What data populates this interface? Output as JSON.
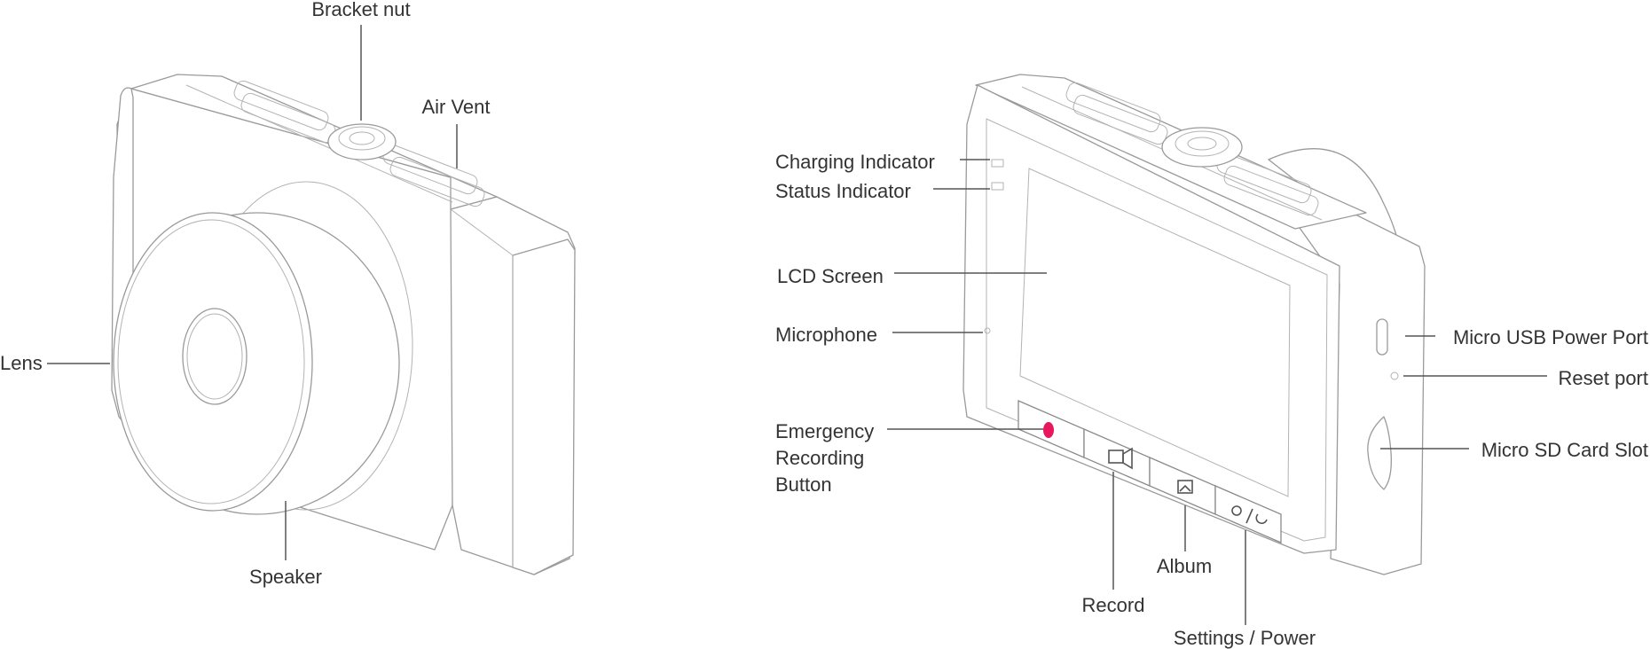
{
  "left_view": {
    "labels": {
      "bracket_nut": "Bracket nut",
      "air_vent": "Air Vent",
      "lens": "Lens",
      "speaker": "Speaker"
    }
  },
  "right_view": {
    "labels": {
      "charging_indicator": "Charging Indicator",
      "status_indicator": "Status Indicator",
      "lcd_screen": "LCD Screen",
      "microphone": "Microphone",
      "emergency_line1": "Emergency",
      "emergency_line2": "Recording",
      "emergency_line3": "Button",
      "record": "Record",
      "album": "Album",
      "settings_power": "Settings / Power",
      "micro_usb": "Micro USB Power Port",
      "reset_port": "Reset port",
      "micro_sd": "Micro SD Card Slot"
    },
    "emergency_button_color": "#e8175d"
  },
  "colors": {
    "line": "#555555",
    "outline": "#9a9a9a",
    "text": "#333333"
  }
}
